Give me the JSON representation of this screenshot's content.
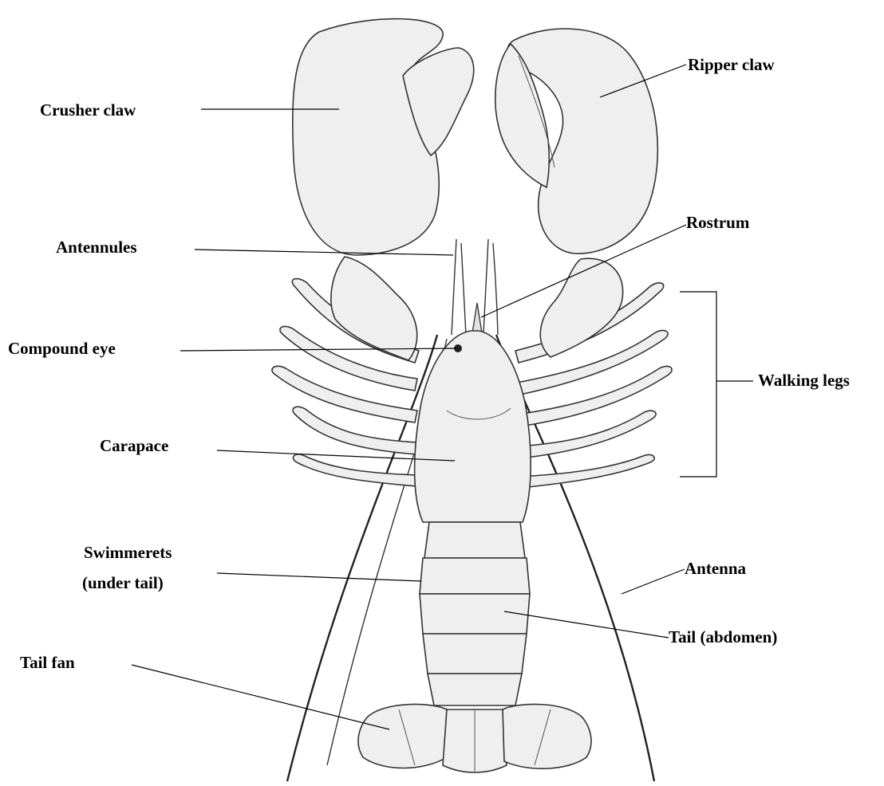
{
  "labels": {
    "crusher_claw": "Crusher claw",
    "ripper_claw": "Ripper claw",
    "antennules": "Antennules",
    "rostrum": "Rostrum",
    "compound_eye": "Compound eye",
    "walking_legs": "Walking legs",
    "carapace": "Carapace",
    "swimmerets_line1": "Swimmerets",
    "swimmerets_line2": "(under tail)",
    "antenna": "Antenna",
    "tail_abdomen": "Tail (abdomen)",
    "tail_fan": "Tail fan"
  }
}
